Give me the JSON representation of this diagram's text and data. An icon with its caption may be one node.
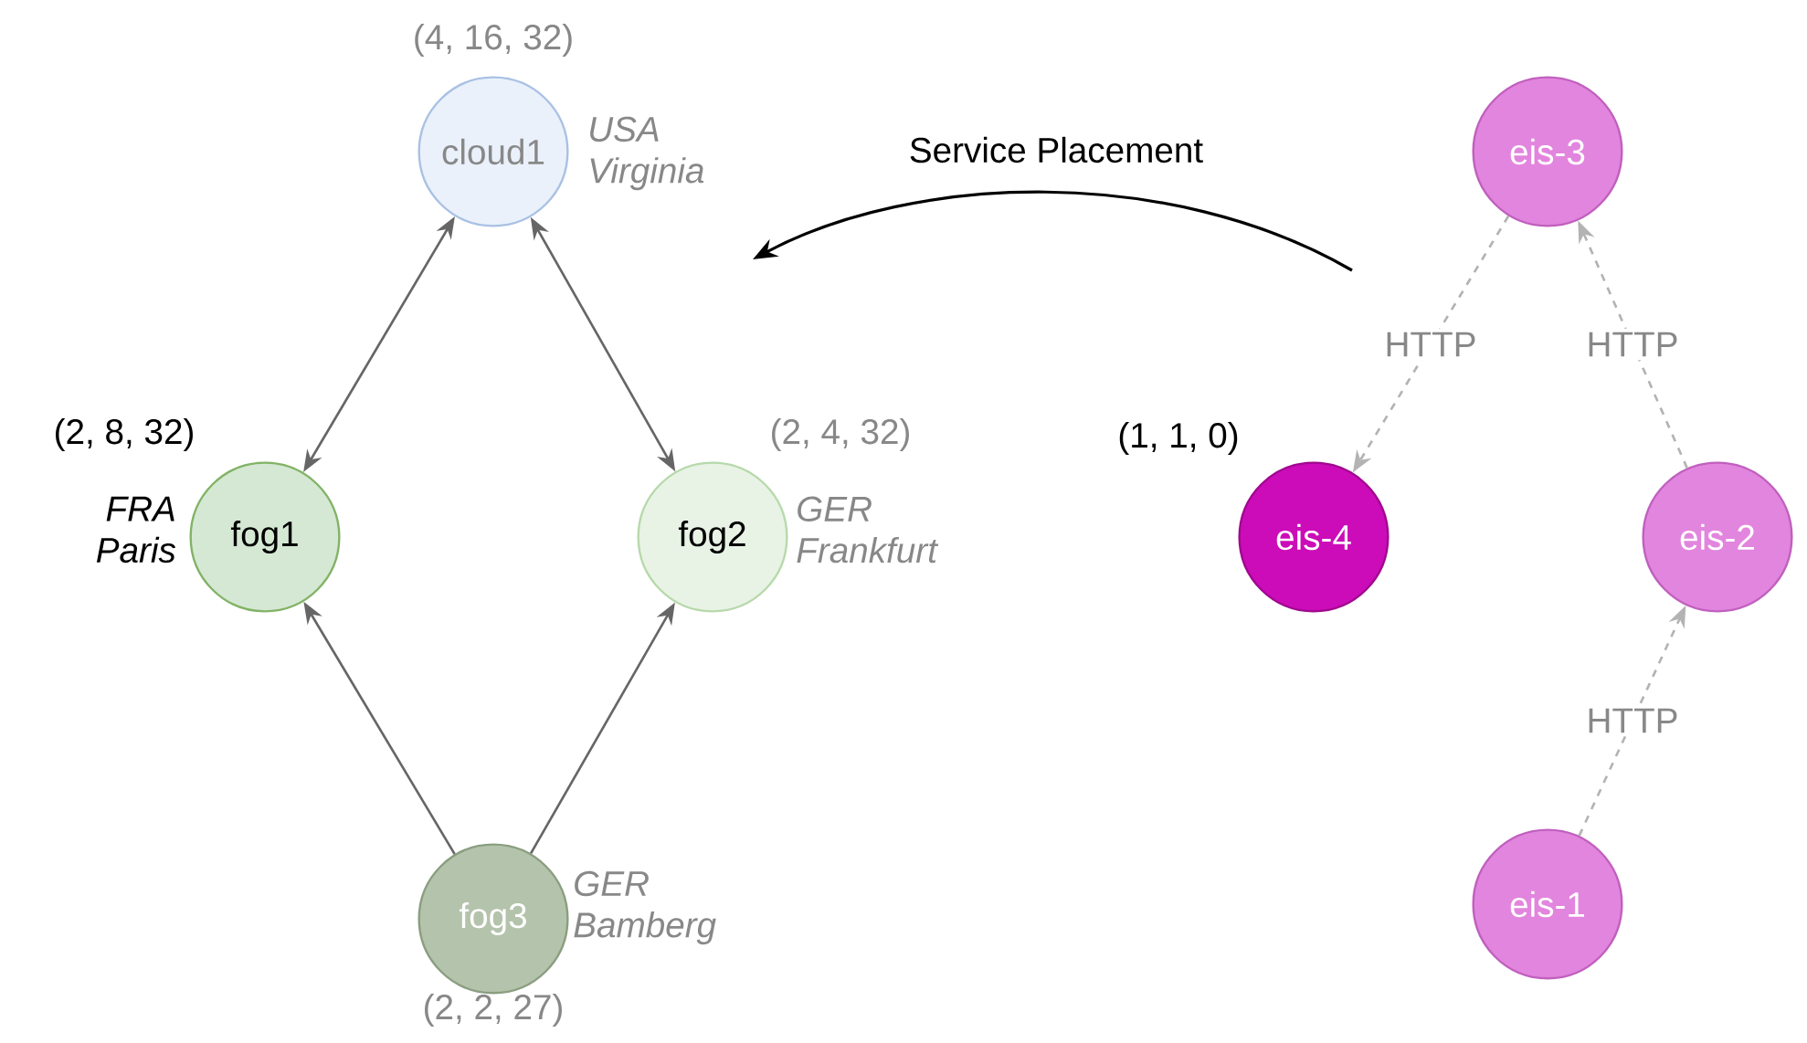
{
  "diagram": {
    "nodes": [
      {
        "text": [
          "cloud1"
        ],
        "beside": [
          "(4, 16, 32)",
          "USA Virginia"
        ]
      },
      {
        "text": [
          "fog1"
        ],
        "beside": [
          "(2, 8, 32)",
          "FRA Paris"
        ]
      },
      {
        "text": [
          "fog2"
        ],
        "beside": [
          "(2, 4, 32)",
          "GER Frankfurt"
        ]
      },
      {
        "text": [
          "fog3"
        ],
        "beside": [
          "GER Bamberg",
          "(2, 2, 27)"
        ]
      },
      {
        "text": [
          "eis-3"
        ]
      },
      {
        "text": [
          "eis-4"
        ],
        "beside": [
          "(1, 1, 0)"
        ]
      },
      {
        "text": [
          "eis-2"
        ]
      },
      {
        "text": [
          "eis-1"
        ]
      }
    ],
    "edges": [
      {
        "from": 0,
        "to": 1,
        "arrow": "both"
      },
      {
        "from": 0,
        "to": 2,
        "arrow": "both"
      },
      {
        "from": 3,
        "to": 1,
        "arrow": "to"
      },
      {
        "from": 3,
        "to": 2,
        "arrow": "to"
      },
      {
        "from": 4,
        "to": 5,
        "arrow": "to",
        "label": "HTTP",
        "style": "dashed",
        "color": "#b3b3b3"
      },
      {
        "from": 6,
        "to": 4,
        "arrow": "to",
        "label": "HTTP",
        "style": "dashed",
        "color": "#b3b3b3"
      },
      {
        "from": 7,
        "to": 6,
        "arrow": "to",
        "label": "HTTP",
        "style": "dashed",
        "color": "#b3b3b3"
      }
    ],
    "labels": [
      "Service Placement"
    ]
  }
}
